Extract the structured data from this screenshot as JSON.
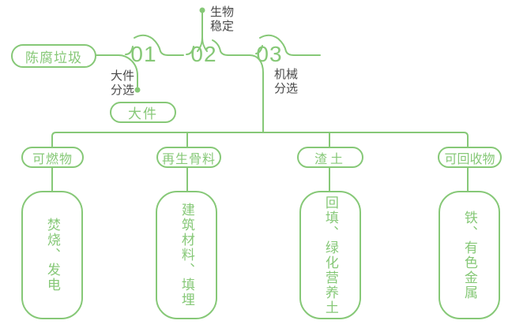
{
  "diagram": {
    "source_label": "陈腐垃圾",
    "steps": [
      {
        "number": "01",
        "label": "大件分选",
        "output": "大件"
      },
      {
        "number": "02",
        "label": "生物稳定"
      },
      {
        "number": "03",
        "label": "机械分选"
      }
    ],
    "branches": [
      {
        "label": "可燃物",
        "detail": "焚烧、发电"
      },
      {
        "label": "再生骨料",
        "detail": "建筑材料、填埋"
      },
      {
        "label": "渣土",
        "detail": "回填、绿化营养土"
      },
      {
        "label": "可回收物",
        "detail": "铁、有色金属"
      }
    ],
    "colors": {
      "green": "#86C877",
      "label_dark": "#4A4A4A",
      "background": "#FFFFFF"
    }
  }
}
